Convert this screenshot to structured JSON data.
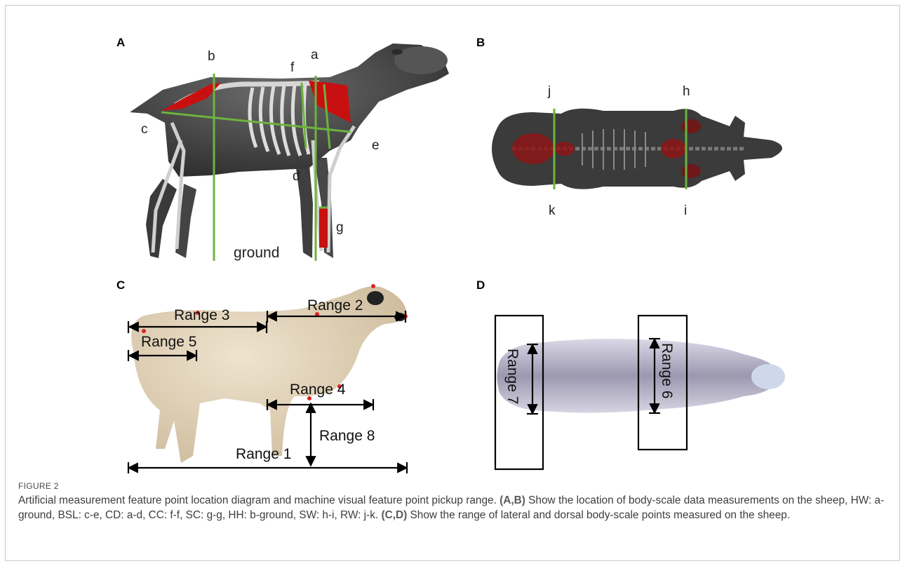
{
  "figure": {
    "panels": {
      "A": {
        "label": "A",
        "points": {
          "a": "a",
          "b": "b",
          "c": "c",
          "d": "d",
          "e": "e",
          "f": "f",
          "g": "g"
        },
        "ground": "ground"
      },
      "B": {
        "label": "B",
        "points": {
          "h": "h",
          "i": "i",
          "j": "j",
          "k": "k"
        }
      },
      "C": {
        "label": "C",
        "ranges": {
          "r1": "Range 1",
          "r2": "Range 2",
          "r3": "Range 3",
          "r4": "Range 4",
          "r5": "Range 5",
          "r8": "Range 8"
        }
      },
      "D": {
        "label": "D",
        "ranges": {
          "r6": "Range 6",
          "r7": "Range 7"
        }
      }
    },
    "colors": {
      "measure_line": "#6db33f",
      "bone_highlight": "#c81010",
      "feature_point": "#e02020"
    }
  },
  "caption": {
    "label": "FIGURE 2",
    "seg1_bold": "(A,B)",
    "seg1_text": " Show the location of body-scale data measurements on the sheep, HW: a-ground, BSL: c-e, CD: a-d, CC: f-f, SC: g-g, HH: b-ground, SW: h-i, RW: j-k. ",
    "seg2_bold": "(C,D)",
    "seg2_text": " Show the range of lateral and dorsal body-scale points measured on the sheep.",
    "title": "Artificial measurement feature point location diagram and machine visual feature point pickup range. "
  }
}
